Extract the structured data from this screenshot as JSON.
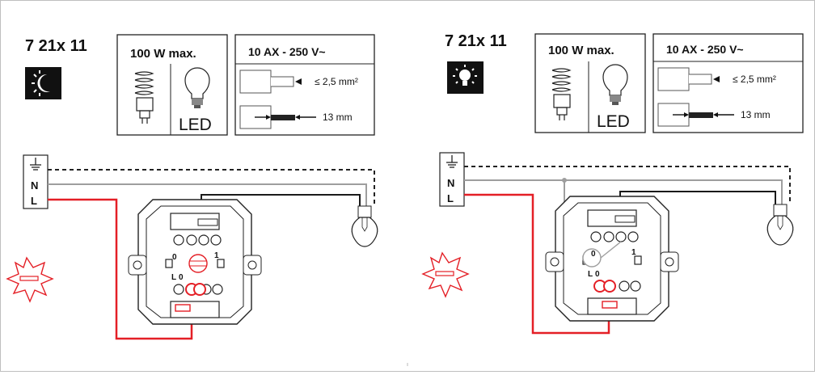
{
  "panels": [
    {
      "product_code": "7 21x 11",
      "max_power": "100 W max.",
      "led_label": "LED",
      "rating": "10 AX - 250 V~",
      "wire_section": "≤ 2,5 mm²",
      "strip_length": "13 mm",
      "terminals": {
        "earth": "⏚",
        "neutral": "N",
        "line": "L"
      },
      "switch_labels": {
        "zero_top": "0",
        "one": "1",
        "line_l": "L",
        "zero_bottom": "0"
      },
      "mode_icon": "moon-icon"
    },
    {
      "product_code": "7 21x 11",
      "max_power": "100 W max.",
      "led_label": "LED",
      "rating": "10 AX - 250 V~",
      "wire_section": "≤ 2,5 mm²",
      "strip_length": "13 mm",
      "terminals": {
        "earth": "⏚",
        "neutral": "N",
        "line": "L"
      },
      "switch_labels": {
        "zero_top": "0",
        "one": "1",
        "line_l": "L",
        "zero_bottom": "0"
      },
      "mode_icon": "bulb-icon"
    }
  ],
  "colors": {
    "line_wire": "#e41f26",
    "neutral_wire": "#9e9e9e",
    "switched_wire": "#1a1a1a",
    "outline": "#222222"
  }
}
